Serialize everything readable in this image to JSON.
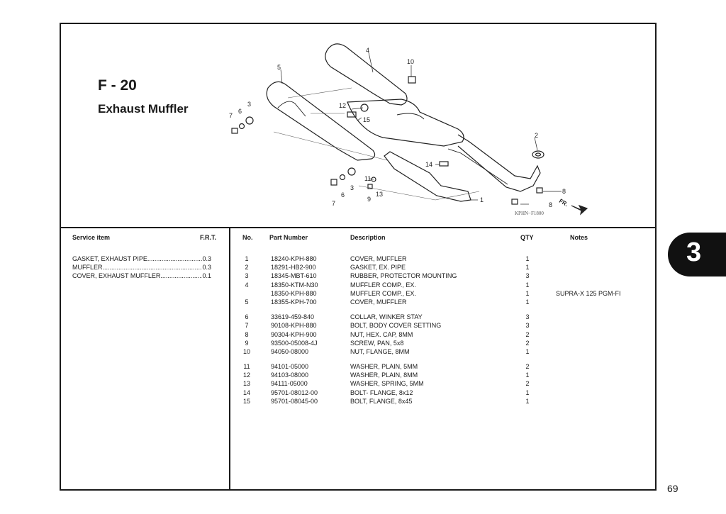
{
  "header": {
    "section_code": "F - 20",
    "section_title": "Exhaust Muffler",
    "diagram_code": "KPHN−F1800"
  },
  "diagram": {
    "callouts": [
      "1",
      "2",
      "3",
      "3",
      "4",
      "5",
      "6",
      "6",
      "7",
      "7",
      "8",
      "8",
      "9",
      "10",
      "11",
      "12",
      "13",
      "14",
      "15"
    ],
    "direction_label": "FR."
  },
  "service_table": {
    "headers": {
      "item": "Service item",
      "frt": "F.R.T."
    },
    "rows": [
      {
        "name": "GASKET, EXHAUST PIPE",
        "value": "0.3"
      },
      {
        "name": "MUFFLER",
        "value": "0.3"
      },
      {
        "name": "COVER, EXHAUST MUFFLER",
        "value": "0.1"
      }
    ]
  },
  "parts_table": {
    "headers": {
      "no": "No.",
      "part_number": "Part Number",
      "description": "Description",
      "qty": "QTY",
      "notes": "Notes"
    },
    "rows": [
      {
        "no": "1",
        "part_number": "18240-KPH-880",
        "description": "COVER, MUFFLER",
        "qty": "1",
        "notes": ""
      },
      {
        "no": "2",
        "part_number": "18291-HB2-900",
        "description": "GASKET, EX. PIPE",
        "qty": "1",
        "notes": ""
      },
      {
        "no": "3",
        "part_number": "18345-MBT-610",
        "description": "RUBBER, PROTECTOR MOUNTING",
        "qty": "3",
        "notes": ""
      },
      {
        "no": "4",
        "part_number": "18350-KTM-N30",
        "description": "MUFFLER COMP., EX.",
        "qty": "1",
        "notes": ""
      },
      {
        "no": "",
        "part_number": "18350-KPH-880",
        "description": "MUFFLER COMP., EX.",
        "qty": "1",
        "notes": "SUPRA-X 125 PGM-FI"
      },
      {
        "no": "5",
        "part_number": "18355-KPH-700",
        "description": "COVER, MUFFLER",
        "qty": "1",
        "notes": ""
      },
      {
        "no": "6",
        "part_number": "33619-459-840",
        "description": "COLLAR, WINKER STAY",
        "qty": "3",
        "notes": ""
      },
      {
        "no": "7",
        "part_number": "90108-KPH-880",
        "description": "BOLT, BODY COVER SETTING",
        "qty": "3",
        "notes": ""
      },
      {
        "no": "8",
        "part_number": "90304-KPH-900",
        "description": "NUT,  HEX. CAP, 8MM",
        "qty": "2",
        "notes": ""
      },
      {
        "no": "9",
        "part_number": "93500-05008-4J",
        "description": "SCREW, PAN, 5x8",
        "qty": "2",
        "notes": ""
      },
      {
        "no": "10",
        "part_number": "94050-08000",
        "description": "NUT, FLANGE, 8MM",
        "qty": "1",
        "notes": ""
      },
      {
        "no": "11",
        "part_number": "94101-05000",
        "description": "WASHER, PLAIN, 5MM",
        "qty": "2",
        "notes": ""
      },
      {
        "no": "12",
        "part_number": "94103-08000",
        "description": "WASHER, PLAIN, 8MM",
        "qty": "1",
        "notes": ""
      },
      {
        "no": "13",
        "part_number": "94111-05000",
        "description": "WASHER, SPRING, 5MM",
        "qty": "2",
        "notes": ""
      },
      {
        "no": "14",
        "part_number": "95701-08012-00",
        "description": "BOLT- FLANGE, 8x12",
        "qty": "1",
        "notes": ""
      },
      {
        "no": "15",
        "part_number": "95701-08045-00",
        "description": "BOLT, FLANGE, 8x45",
        "qty": "1",
        "notes": ""
      }
    ]
  },
  "chapter_tab": "3",
  "page_number": "69"
}
